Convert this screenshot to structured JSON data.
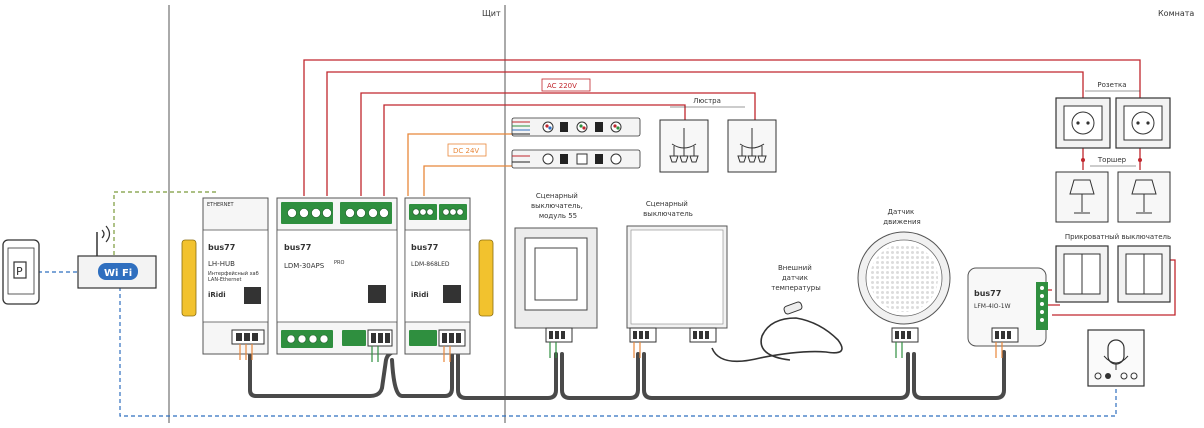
{
  "zones": {
    "panel": "Щит",
    "room": "Комната"
  },
  "bus_labels": {
    "ac": "AC 220V",
    "dc": "DC 24V"
  },
  "brand": {
    "bus": "bus77",
    "pro": "PRO",
    "iridi": "iRidi",
    "ethernet": "ETHERNET"
  },
  "devices": {
    "hub": {
      "name": "LH-HUB",
      "desc1": "Интерфейсный хаб",
      "desc2": "LAN-Ethernet"
    },
    "relay": {
      "name": "LDM-30APS",
      "suffix": "PRO"
    },
    "led": {
      "name": "LDM-868LED"
    },
    "wifi_label": "Wi Fi",
    "lfm": {
      "name": "LFM-4IO-1W"
    }
  },
  "room_labels": {
    "chandelier": "Люстра",
    "socket": "Розетка",
    "floor_lamp": "Торшер",
    "bedside_switch": "Прикроватный выключатель",
    "scene_switch_55": [
      "Сценарный",
      "выключатель,",
      "модуль 55"
    ],
    "scene_switch": [
      "Сценарный",
      "выключатель"
    ],
    "temp_sensor": [
      "Внешний",
      "датчик",
      "температуры"
    ],
    "motion_sensor": [
      "Датчик",
      "движения"
    ]
  },
  "colors": {
    "ac_line": "#c0262d",
    "dc_line": "#e8873a",
    "bus_cable": "#4a4a4a",
    "wifi_link": "#2f6fbf",
    "ethernet_link": "#7a9a3a",
    "terminal": "#2f8f3f",
    "rail_yellow": "#f2c22e"
  }
}
